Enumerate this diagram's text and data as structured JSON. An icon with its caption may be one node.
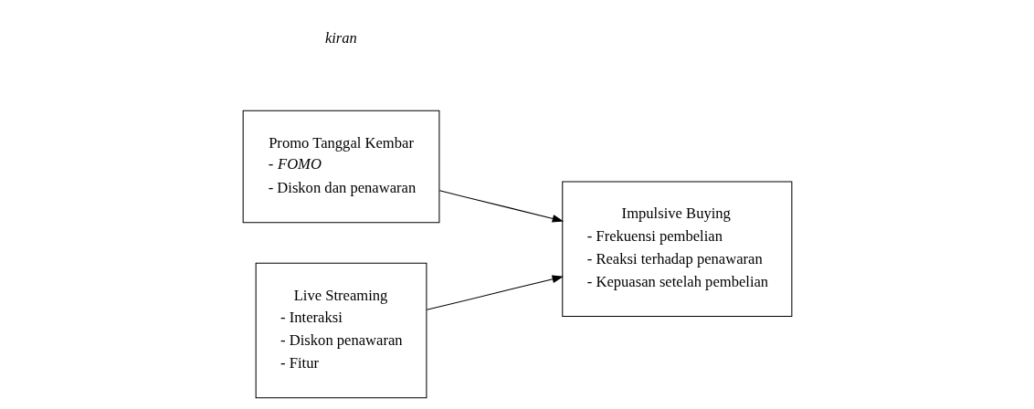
{
  "diagram": {
    "nodes": [
      {
        "text": [
          "Promo Tanggal Kembar",
          "- FOMO",
          "- Diskon dan penawaran"
        ]
      },
      {
        "text": [
          "Live Streaming",
          "- Interaksi",
          "- Diskon penawaran",
          "- Fitur"
        ]
      },
      {
        "text": [
          "Impulsive Buying",
          "- Frekuensi pembelian",
          "- Reaksi terhadap penawaran",
          "- Kepuasan setelah pembelian"
        ]
      }
    ],
    "edges": [
      {
        "from": 0,
        "to": 2,
        "arrow": "to"
      },
      {
        "from": 1,
        "to": 2,
        "arrow": "to"
      }
    ],
    "labels": [
      "kiran"
    ]
  }
}
